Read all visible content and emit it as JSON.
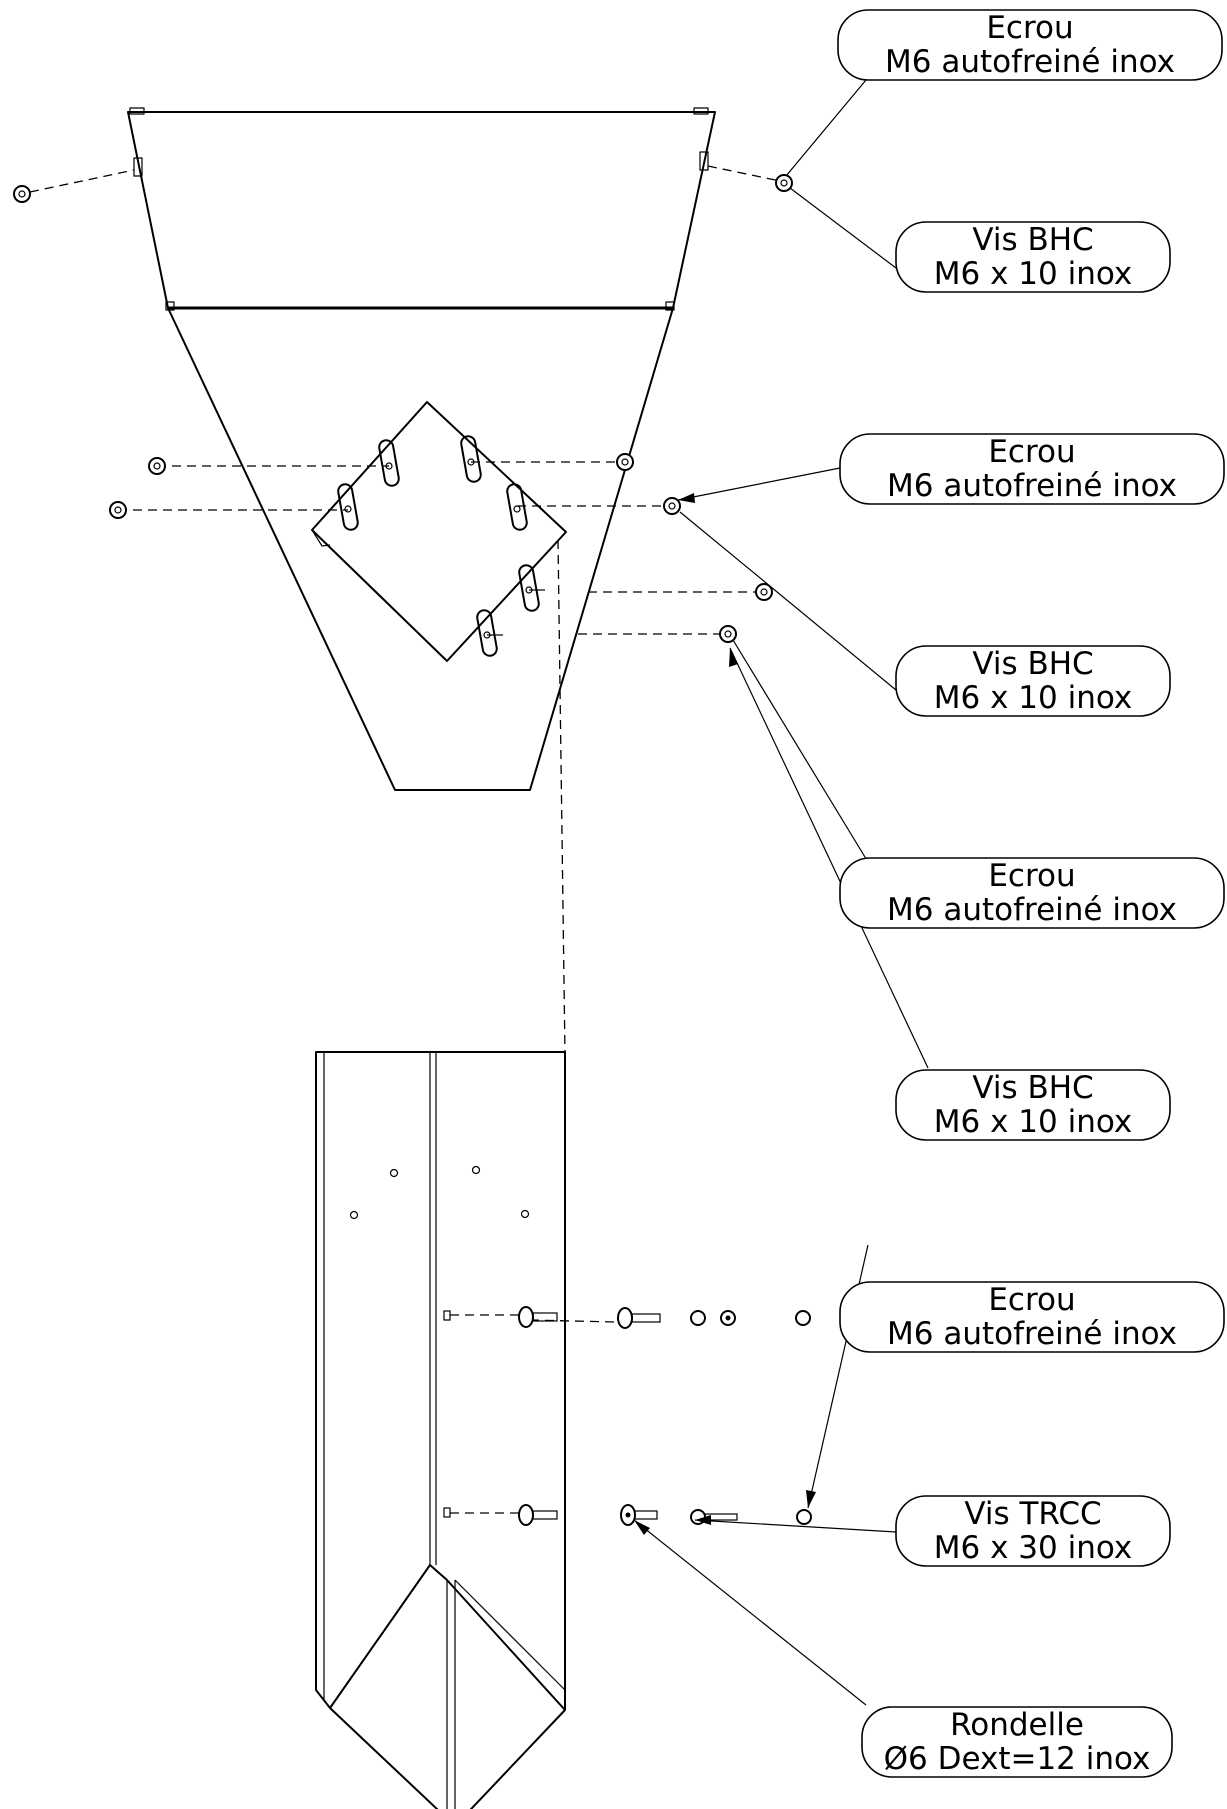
{
  "callouts": [
    {
      "line1": "Ecrou",
      "line2": "M6 autofreiné inox"
    },
    {
      "line1": "Vis BHC",
      "line2": "M6 x 10 inox"
    },
    {
      "line1": "Ecrou",
      "line2": "M6 autofreiné inox"
    },
    {
      "line1": "Vis BHC",
      "line2": "M6 x 10 inox"
    },
    {
      "line1": "Ecrou",
      "line2": "M6 autofreiné inox"
    },
    {
      "line1": "Vis BHC",
      "line2": "M6 x 10 inox"
    },
    {
      "line1": "Ecrou",
      "line2": "M6 autofreiné inox"
    },
    {
      "line1": "Vis TRCC",
      "line2": "M6 x 30 inox"
    },
    {
      "line1": "Rondelle",
      "line2": "Ø6 Dext=12 inox"
    }
  ]
}
